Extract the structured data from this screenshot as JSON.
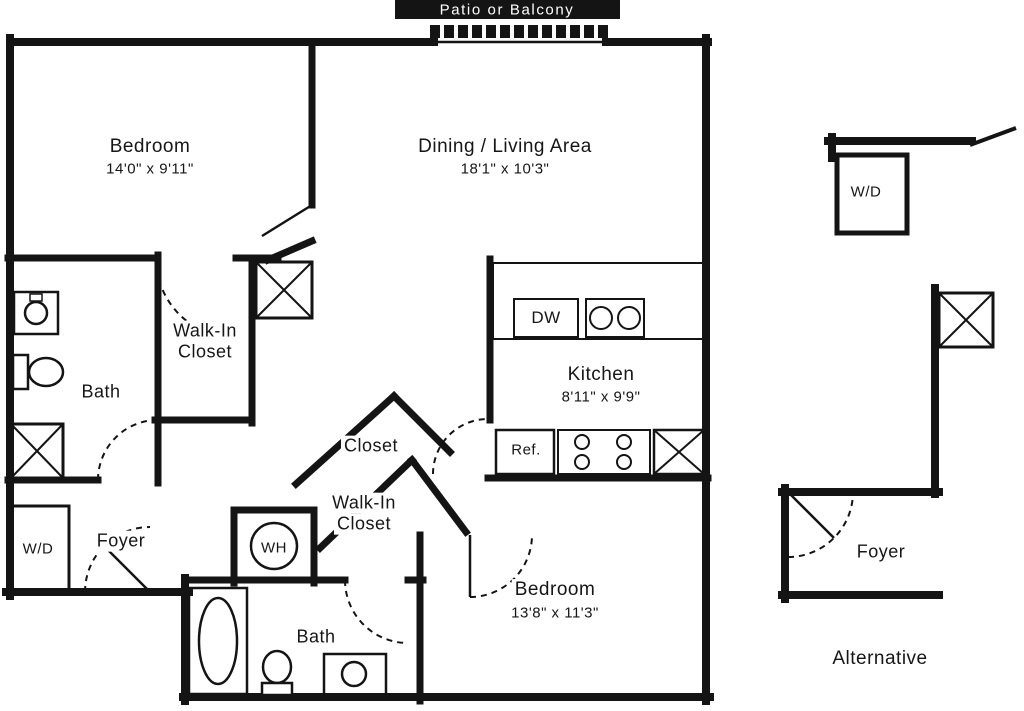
{
  "balcony": {
    "label": "Patio or Balcony"
  },
  "rooms": {
    "bedroom1": {
      "name": "Bedroom",
      "dims": "14'0\" x 9'11\""
    },
    "living": {
      "name": "Dining / Living Area",
      "dims": "18'1\" x 10'3\""
    },
    "walk_in_closet_1": {
      "line1": "Walk-In",
      "line2": "Closet"
    },
    "bath1": {
      "name": "Bath"
    },
    "closet": {
      "name": "Closet"
    },
    "walk_in_closet_2": {
      "line1": "Walk-In",
      "line2": "Closet"
    },
    "kitchen": {
      "name": "Kitchen",
      "dims": "8'11\" x 9'9\""
    },
    "foyer": {
      "name": "Foyer"
    },
    "bedroom2": {
      "name": "Bedroom",
      "dims": "13'8\" x 11'3\""
    },
    "bath2": {
      "name": "Bath"
    }
  },
  "appliances": {
    "dishwasher": "DW",
    "refrigerator": "Ref.",
    "water_heater": "WH",
    "washer_dryer": "W/D"
  },
  "alternative": {
    "washer_dryer": "W/D",
    "foyer": "Foyer",
    "caption": "Alternative"
  },
  "colors": {
    "wall": "#141414",
    "background": "#ffffff"
  }
}
